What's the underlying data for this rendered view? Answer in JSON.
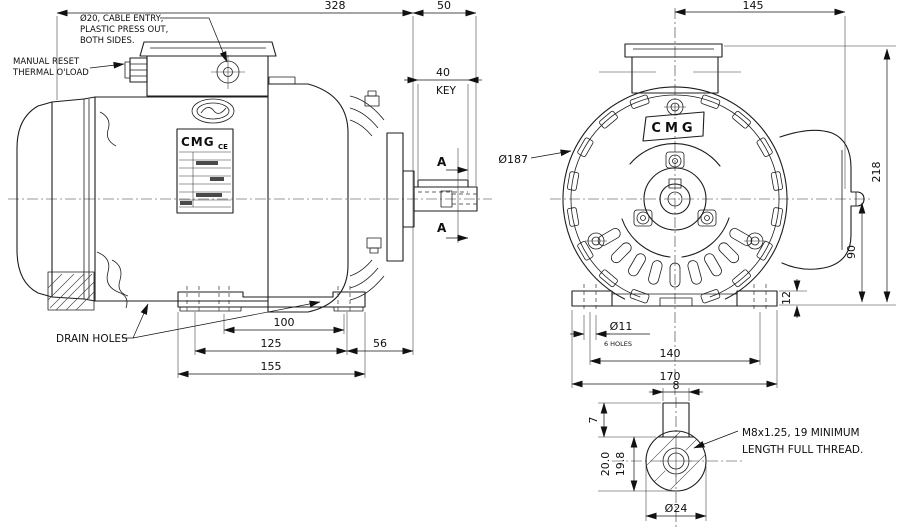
{
  "drawing": {
    "labels": {
      "cable_entry_1": "Ø20, CABLE ENTRY,",
      "cable_entry_2": "PLASTIC PRESS OUT,",
      "cable_entry_3": "BOTH SIDES.",
      "thermal_1": "MANUAL RESET",
      "thermal_2": "THERMAL O'LOAD",
      "drain_holes": "DRAIN HOLES",
      "key": "KEY",
      "section_a": "A",
      "holes": "6 HOLES",
      "thread_1": "M8x1.25,  19 MINIMUM",
      "thread_2": "LENGTH FULL THREAD."
    },
    "dims": {
      "overall_length": "328",
      "shaft_ext": "50",
      "key_length": "40",
      "foot_hole_pitch": "100",
      "foot_span": "125",
      "shaft_to_foot": "56",
      "foot_length": "155",
      "centre_to_box": "145",
      "overall_height": "218",
      "shaft_height": "90",
      "foot_thickness": "12",
      "hole_dia": "Ø11",
      "hole_cross_pitch": "140",
      "foot_width": "170",
      "cowl_dia": "Ø187",
      "key_width": "8",
      "key_height": "7",
      "keyway_max": "20.0",
      "keyway_min": "19.8",
      "shaft_dia": "Ø24"
    },
    "branding": {
      "logo": "CMG",
      "ce": "CE"
    }
  }
}
